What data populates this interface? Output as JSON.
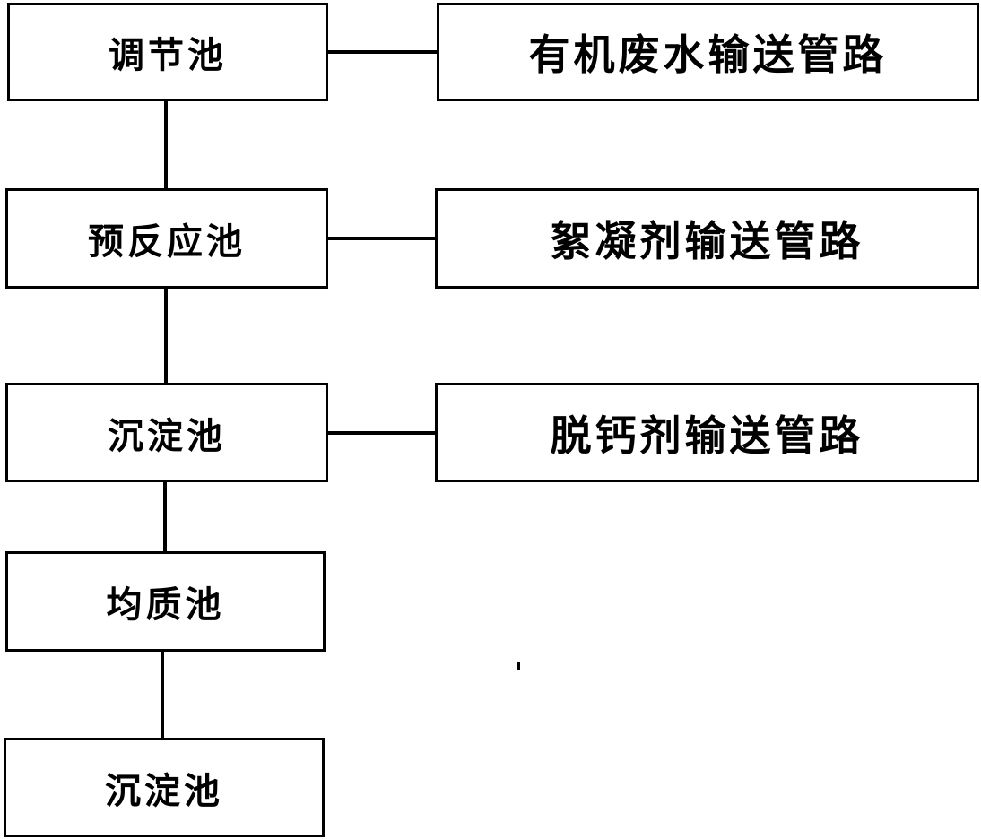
{
  "tanks": [
    {
      "label": "调节池"
    },
    {
      "label": "预反应池"
    },
    {
      "label": "沉淀池"
    },
    {
      "label": "均质池"
    },
    {
      "label": "沉淀池"
    }
  ],
  "pipelines": [
    {
      "label": "有机废水输送管路"
    },
    {
      "label": "絮凝剂输送管路"
    },
    {
      "label": "脱钙剂输送管路"
    }
  ]
}
